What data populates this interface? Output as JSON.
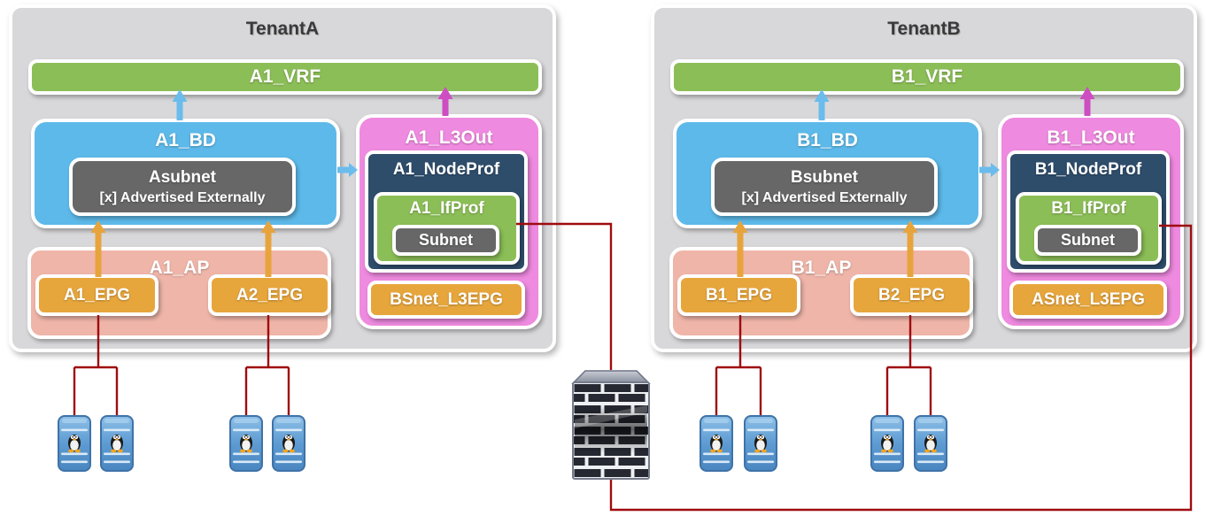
{
  "colors": {
    "tenant_bg": "#d8d8da",
    "vrf_green": "#8cbe57",
    "bd_blue": "#5db9e9",
    "l3out_pink": "#ee8adf",
    "nodeprof_navy": "#2e4d6b",
    "subnet_gray": "#676767",
    "ap_salmon": "#efb5a9",
    "epg_orange": "#e7a63c",
    "arrow_blue": "#6abcec",
    "arrow_pink": "#ce4dc2",
    "arrow_orange": "#e8a43c",
    "link_red": "#9f0b10",
    "title_gray": "#3a3a3a"
  },
  "icons": {
    "firewall": "firewall-icon",
    "server": "linux-server-icon"
  },
  "tenants": [
    {
      "title": "TenantA",
      "vrf": {
        "label": "A1_VRF"
      },
      "bd": {
        "label": "A1_BD",
        "subnet": {
          "title": "Asubnet",
          "note": "[x] Advertised Externally"
        }
      },
      "ap": {
        "label": "A1_AP",
        "epgs": [
          {
            "label": "A1_EPG"
          },
          {
            "label": "A2_EPG"
          }
        ]
      },
      "l3out": {
        "label": "A1_L3Out",
        "nodeprof": {
          "label": "A1_NodeProf"
        },
        "ifprof": {
          "label": "A1_IfProf"
        },
        "subnet": {
          "label": "Subnet"
        },
        "l3epg": {
          "label": "BSnet_L3EPG"
        }
      }
    },
    {
      "title": "TenantB",
      "vrf": {
        "label": "B1_VRF"
      },
      "bd": {
        "label": "B1_BD",
        "subnet": {
          "title": "Bsubnet",
          "note": "[x] Advertised Externally"
        }
      },
      "ap": {
        "label": "B1_AP",
        "epgs": [
          {
            "label": "B1_EPG"
          },
          {
            "label": "B2_EPG"
          }
        ]
      },
      "l3out": {
        "label": "B1_L3Out",
        "nodeprof": {
          "label": "B1_NodeProf"
        },
        "ifprof": {
          "label": "B1_IfProf"
        },
        "subnet": {
          "label": "Subnet"
        },
        "l3epg": {
          "label": "ASnet_L3EPG"
        }
      }
    }
  ]
}
